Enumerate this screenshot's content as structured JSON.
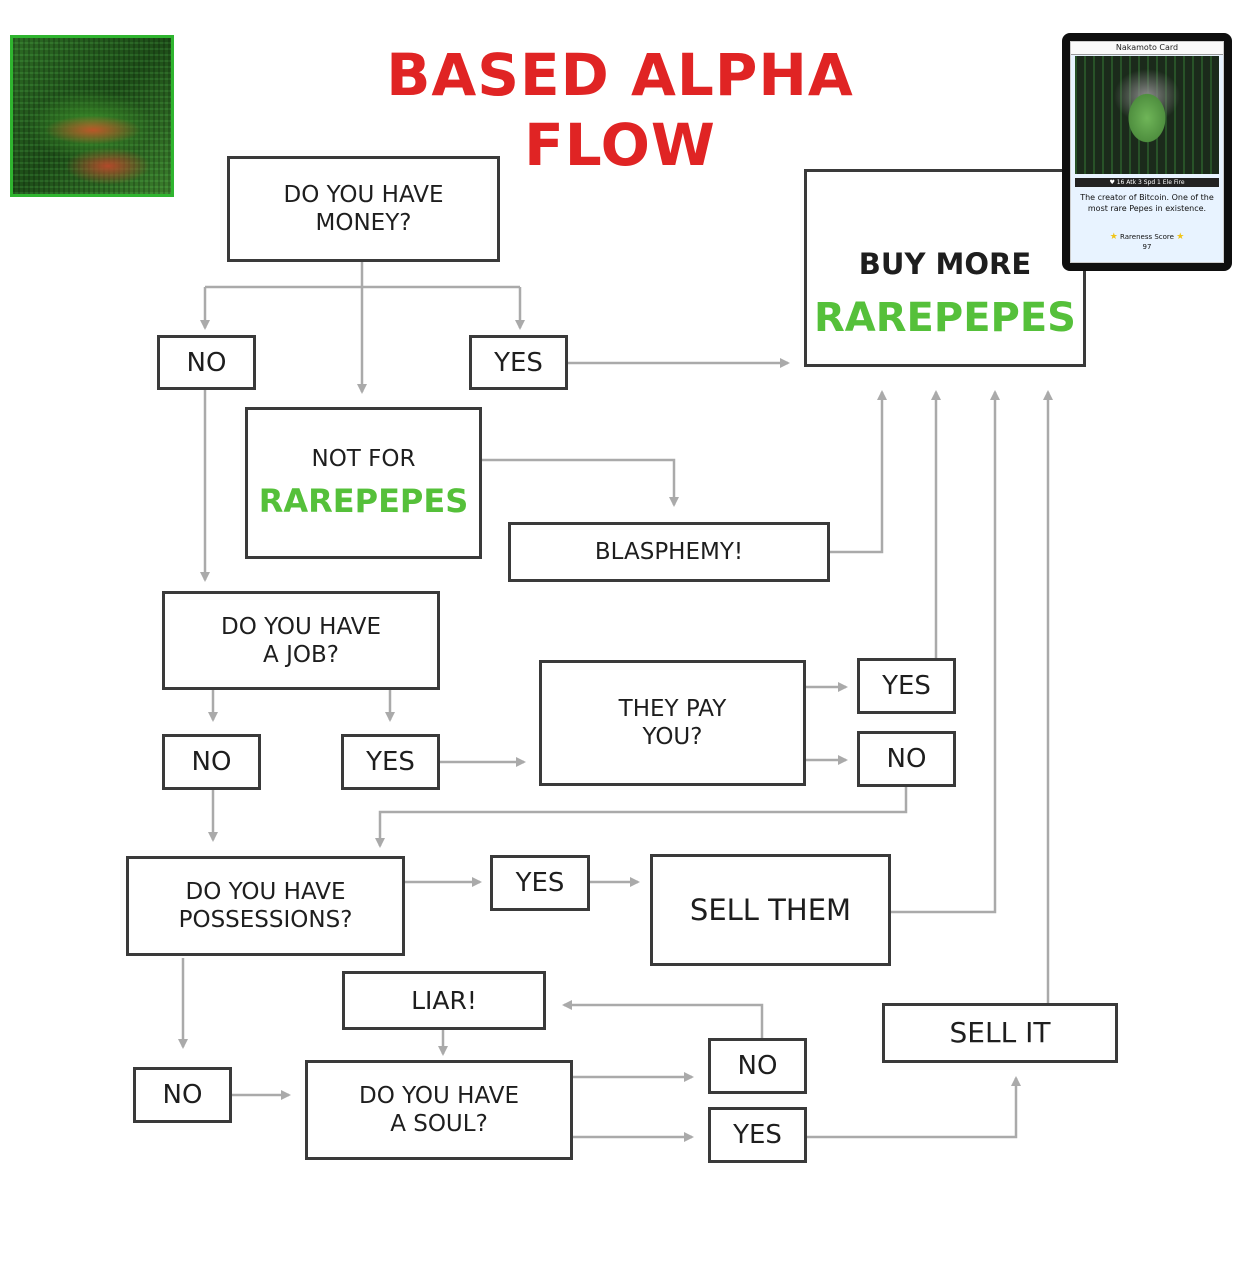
{
  "title": "BASED ALPHA FLOW",
  "colors": {
    "title": "#e02424",
    "accent": "#55c03a",
    "line": "#aaaaaa",
    "border": "#3a3a3a"
  },
  "card": {
    "name": "Nakamoto Card",
    "stats": "♥ 16   Atk 3   Spd 1   Ele Fire",
    "desc": "The creator of Bitcoin. One of the most rare Pepes in existence.",
    "rarity": "Rareness Score",
    "rarity_value": "97"
  },
  "nodes": {
    "have_money": {
      "line1": "DO YOU HAVE",
      "line2": "MONEY?"
    },
    "buy_more": {
      "line1": "BUY MORE",
      "line2": "RAREPEPES"
    },
    "money_no": "NO",
    "money_yes": "YES",
    "not_for": {
      "line1": "NOT FOR",
      "line2": "RAREPEPES"
    },
    "blasphemy": "BLASPHEMY!",
    "have_job": {
      "line1": "DO YOU HAVE",
      "line2": "A JOB?"
    },
    "job_no": "NO",
    "job_yes": "YES",
    "they_pay": {
      "line1": "THEY PAY",
      "line2": "YOU?"
    },
    "pay_yes": "YES",
    "pay_no": "NO",
    "possessions": {
      "line1": "DO YOU HAVE",
      "line2": "POSSESSIONS?"
    },
    "poss_yes": "YES",
    "sell_them": "SELL THEM",
    "liar": "LIAR!",
    "poss_no": "NO",
    "soul": {
      "line1": "DO YOU HAVE",
      "line2": "A SOUL?"
    },
    "soul_no": "NO",
    "soul_yes": "YES",
    "sell_it": "SELL IT"
  }
}
